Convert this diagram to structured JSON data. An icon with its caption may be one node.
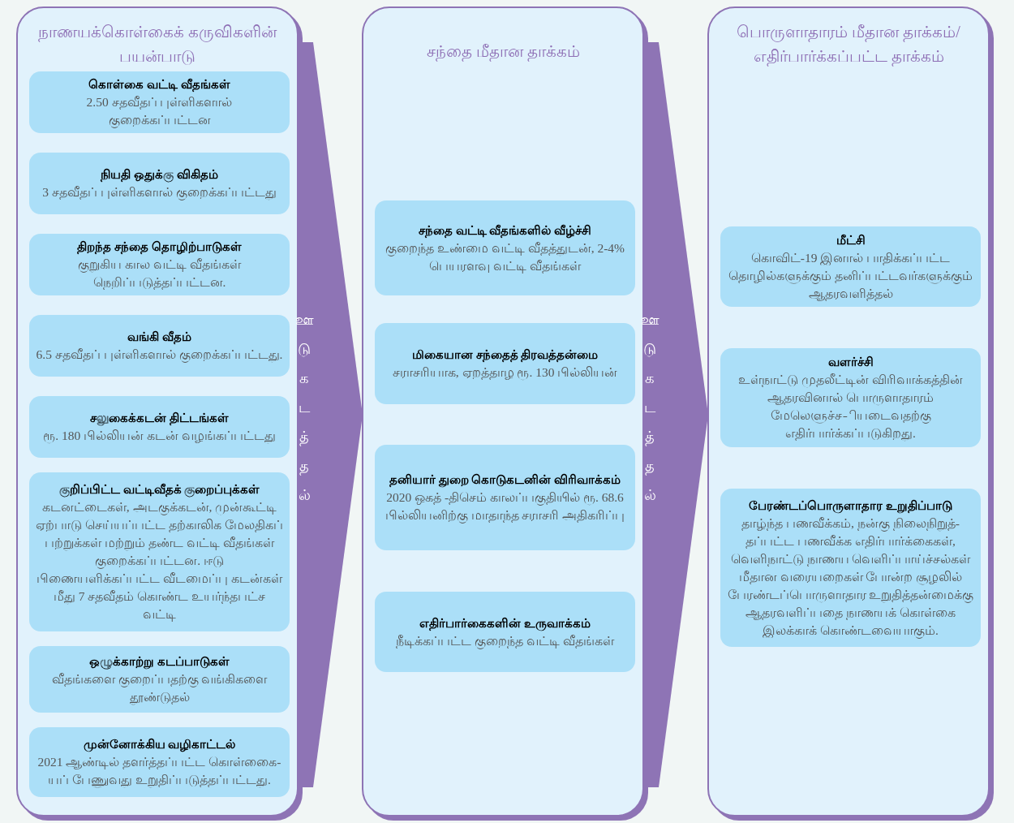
{
  "diagram": {
    "nodes": [
      {
        "text": [
          "நாணயக்கொள்கைக் கருவிகளின் பயன்பாடு"
        ]
      },
      {
        "text": [
          "கொள்கை வட்டி வீதங்கள்",
          "2.50 சதவீதப் புள்ளிகளால் குறைக்கப்பட்டன"
        ],
        "in": 0
      },
      {
        "text": [
          "நியதி ஒதுக்கு விகிதம்",
          "3 சதவீதப் புள்ளிகளால் குறைக்கப்பட்டது"
        ],
        "in": 0
      },
      {
        "text": [
          "திறந்த சந்தை தொழிற்பாடுகள்",
          "குறுகிய கால வட்டி வீதங்கள் நெறிப்படுத்தப்பட்டன."
        ],
        "in": 0
      },
      {
        "text": [
          "வங்கி வீதம்",
          "6.5 சதவீதப் புள்ளிகளால் குறைக்கப்பட்டது."
        ],
        "in": 0
      },
      {
        "text": [
          "சலுகைக்கடன் திட்டங்கள்",
          "ரூ. 180 பில்லியன் கடன் வழங்கப்பட்டது"
        ],
        "in": 0
      },
      {
        "text": [
          "குறிப்பிட்ட வட்டிவீதக் குறைப்புக்கள்",
          "கடனட்டைகள், அடகுக்கடன், முன்கூட்டி ஏற்பாடு செய்யப்பட்ட தற்காலிக மேலதிகப் பற்றுக்கள் மற்றும் தண்ட வட்டி வீதங்கள் குறைக்கப்பட்டன. ஈடு பிணையளிக்கப்பட்ட வீடமைப்பு கடன்கள் மீது 7 சதவீதம் கொண்ட உயர்ந்தபட்ச வட்டி"
        ],
        "in": 0
      },
      {
        "text": [
          "ஒழுக்காற்று கடப்பாடுகள்",
          "வீதங்களை குறைப்பதற்கு வங்கிகளை தூண்டுதல்"
        ],
        "in": 0
      },
      {
        "text": [
          "முன்னோக்கிய வழிகாட்டல்",
          "2021 ஆண்டில் தளர்த்தப்பட்ட கொள்கைை-யப் பேணுவது உறுதிப்படுத்தப்பட்டது."
        ],
        "in": 0
      },
      {
        "text": [
          "சந்தை மீதான தாக்கம்"
        ]
      },
      {
        "text": [
          "சந்தை வட்டி வீதங்களில் வீழ்ச்சி",
          "குறைந்த உண்மை வட்டி வீதத்துடன், 2-4% பெயரளவு வட்டி வீதங்கள்"
        ],
        "in": 9
      },
      {
        "text": [
          "மிகையான சந்தைத் திரவத்தன்மை",
          "சராசரியாக, ஏறத்தாழ ரூ. 130 பில்லியன்"
        ],
        "in": 9
      },
      {
        "text": [
          "தனியார் துறை கொடுகடனின் விரிவாக்கம்",
          "2020 ஒகத் -திசெம் காலப்பகுதியில் ரூ. 68.6 பில்லியனிற்கு மாதாந்த சராசரி அதிகரிப்பு"
        ],
        "in": 9
      },
      {
        "text": [
          "எதிர்பார்கைகளின் உருவாக்கம்",
          "நீடிக்கப்பட்ட குறைந்த வட்டி வீதங்கள்"
        ],
        "in": 9
      },
      {
        "text": [
          "பொருளாதாரம் மீதான தாக்கம்/ எதிர்பார்க்கப்பட்ட தாக்கம்"
        ]
      },
      {
        "text": [
          "மீட்சி",
          "கொவிட்-19 இனால் பாதிக்கப்பட்ட தொழில்களுக்கும் தனிப்பட்டவர்களுக்கும் ஆதரவளித்தல்"
        ],
        "in": 14
      },
      {
        "text": [
          "வளர்ச்சி",
          "உள்நாட்டு முதலீட்டின் விரிவாக்கத்தின் ஆதரவினால் பொருளாதாரம் மேலெளுச்ச-ியடைவதற்கு எதிர்பார்க்கப்படுகிறது."
        ],
        "in": 14
      },
      {
        "text": [
          "பேரண்டப்பொருளாதார உறுதிப்பாடு",
          "தாழ்ந்த பணவீக்கம், நன்கு நிலைநிறுத்-தப்பட்ட பணவீக்க எதிர்பார்க்கைகள், வெளிநாட்டு நாணய வெளிப்பாய்ச்சல்கள் மீதான வரையறைகள் போன்ற சூழலில் பேரண்டப்பொருளாதார உறுதித்தன்மைக்கு ஆதரவளிப்பதை நாணயக் கொள்கை இலக்காக் கொண்டவையாகும்."
        ],
        "in": 14
      }
    ],
    "edges": [
      {
        "from": 0,
        "to": 9,
        "arrow": "to",
        "label": "ஊடுகடத்தல்"
      },
      {
        "from": 9,
        "to": 14,
        "arrow": "to",
        "label": "ஊடுகடத்தல்"
      }
    ]
  }
}
